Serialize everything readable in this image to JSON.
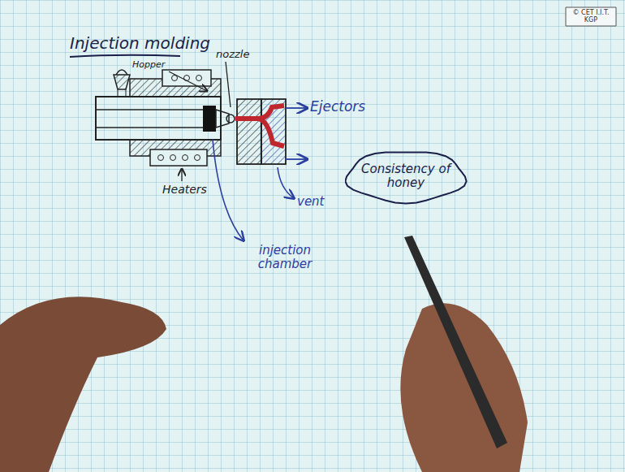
{
  "diagram": {
    "title": "Injection molding",
    "nodes": [
      {
        "text": [
          "© CET I.I.T. KGP"
        ]
      },
      {
        "text": [
          "Consistency of honey"
        ]
      }
    ],
    "labels": [
      "Hopper",
      "nozzle",
      "Ejectors",
      "Heaters",
      "vent",
      "injection chamber"
    ]
  }
}
